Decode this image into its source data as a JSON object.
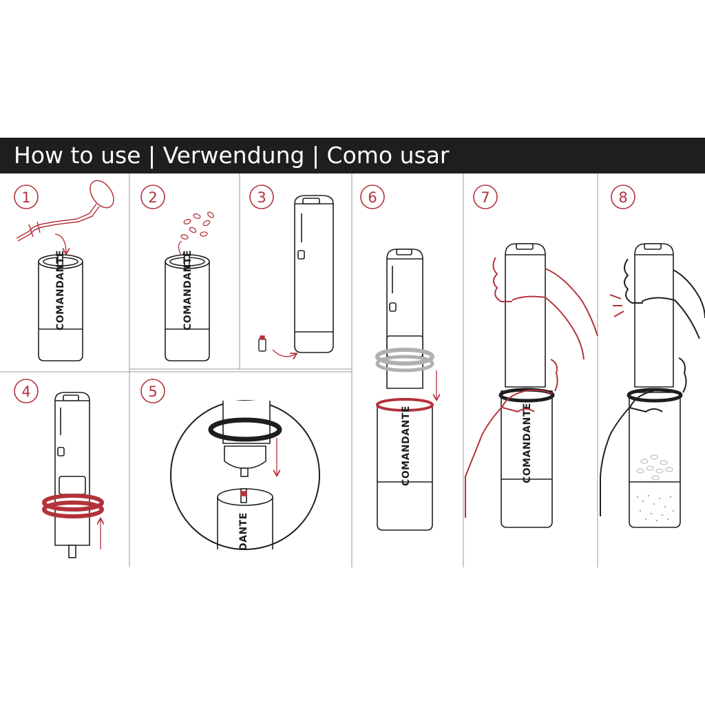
{
  "header": {
    "title": "How to use | Verwendung | Como usar"
  },
  "steps": [
    {
      "number": "1"
    },
    {
      "number": "2"
    },
    {
      "number": "3"
    },
    {
      "number": "4"
    },
    {
      "number": "5"
    },
    {
      "number": "6"
    },
    {
      "number": "7"
    },
    {
      "number": "8"
    }
  ],
  "brand": {
    "label": "COMANDANTE",
    "label_cropped": "DANTE"
  },
  "colors": {
    "accent_red": "#b3323a",
    "ink": "#1e1e1e",
    "grid": "#999999",
    "banner_bg": "#1e1e1e",
    "banner_text": "#ffffff"
  }
}
